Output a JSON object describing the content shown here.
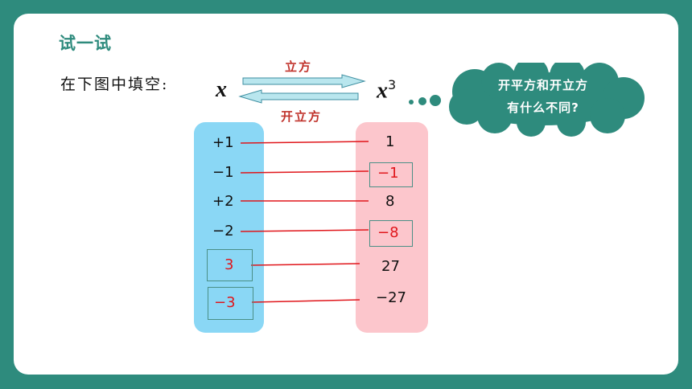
{
  "heading": "试一试",
  "instruction": "在下图中填空:",
  "diagram": {
    "left_var": "x",
    "right_var_base": "x",
    "right_var_exp": "3",
    "top_arrow_label": "立方",
    "bottom_arrow_label": "开立方"
  },
  "rows": [
    {
      "left": "+1",
      "right": "1",
      "left_answer": false,
      "right_answer": false
    },
    {
      "left": "−1",
      "right": "−1",
      "left_answer": false,
      "right_answer": true
    },
    {
      "left": "+2",
      "right": "8",
      "left_answer": false,
      "right_answer": false
    },
    {
      "left": "−2",
      "right": "−8",
      "left_answer": false,
      "right_answer": true
    },
    {
      "left": "3",
      "right": "27",
      "left_answer": true,
      "right_answer": false
    },
    {
      "left": "−3",
      "right": "−27",
      "left_answer": true,
      "right_answer": false
    }
  ],
  "bubble": {
    "line1": "开平方和开立方",
    "line2": "有什么不同?"
  },
  "colors": {
    "frame": "#2e8b7d",
    "left_column": "#8ad7f5",
    "right_column": "#fcc6cc",
    "answer": "#e0161b",
    "connector": "#e0161b"
  }
}
